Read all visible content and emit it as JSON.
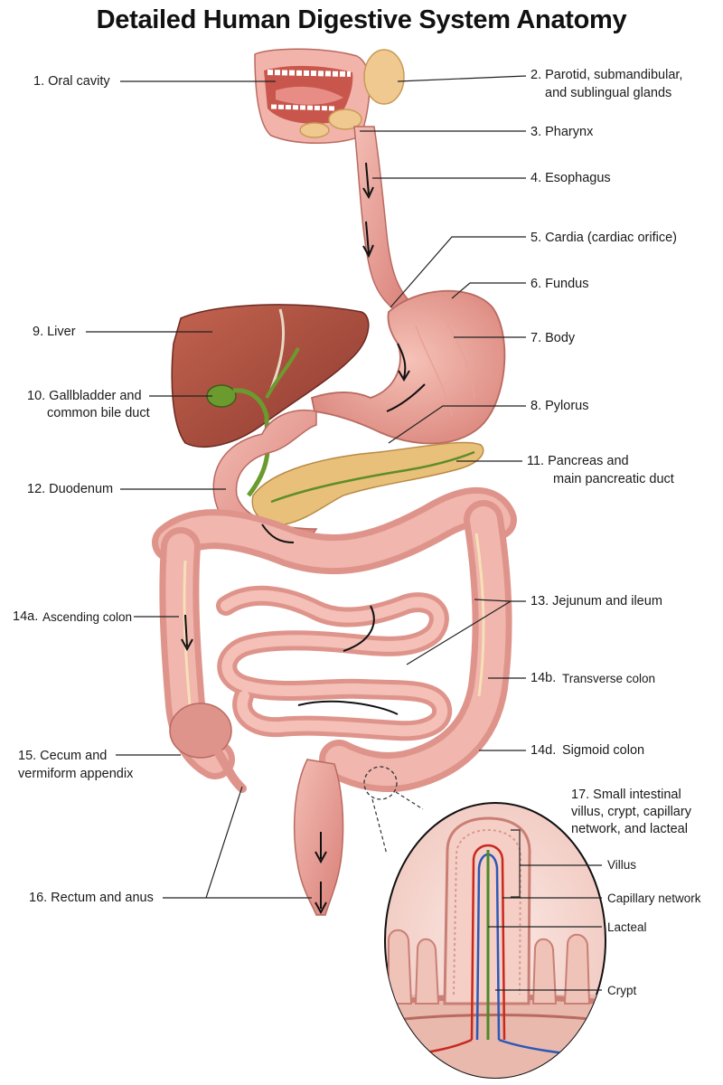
{
  "title": "Detailed Human Digestive System Anatomy",
  "labels": {
    "oral_cavity": "1. Oral cavity",
    "glands_l1": "2. Parotid, submandibular,",
    "glands_l2": "and sublingual glands",
    "pharynx": "3. Pharynx",
    "esophagus": "4. Esophagus",
    "cardia": "5. Cardia (cardiac orifice)",
    "fundus": "6. Fundus",
    "body": "7. Body",
    "pylorus": "8. Pylorus",
    "liver": "9. Liver",
    "gallbladder_l1": "10. Gallbladder and",
    "gallbladder_l2": "common bile duct",
    "pancreas_l1": "11. Pancreas and",
    "pancreas_l2": "main pancreatic duct",
    "duodenum": "12. Duodenum",
    "jejunum": "13. Jejunum and ileum",
    "ascending_num": "14a.",
    "ascending": "Ascending colon",
    "transverse_num": "14b.",
    "transverse": "Transverse colon",
    "sigmoid_num": "14d.",
    "sigmoid": "Sigmoid colon",
    "cecum_l1": "15. Cecum and",
    "cecum_l2": "vermiform appendix",
    "rectum": "16. Rectum and anus",
    "villus_title_l1": "17. Small intestinal",
    "villus_title_l2": "villus, crypt, capillary",
    "villus_title_l3": "network, and lacteal",
    "villus": "Villus",
    "capillary": "Capillary network",
    "lacteal": "Lacteal",
    "crypt": "Crypt"
  },
  "colors": {
    "tissue": "#e9a39a",
    "tissue_dark": "#c9706a",
    "liver": "#a8493c",
    "gallbladder": "#6b9b2f",
    "pancreas": "#e8c07a",
    "leader": "#222222"
  }
}
